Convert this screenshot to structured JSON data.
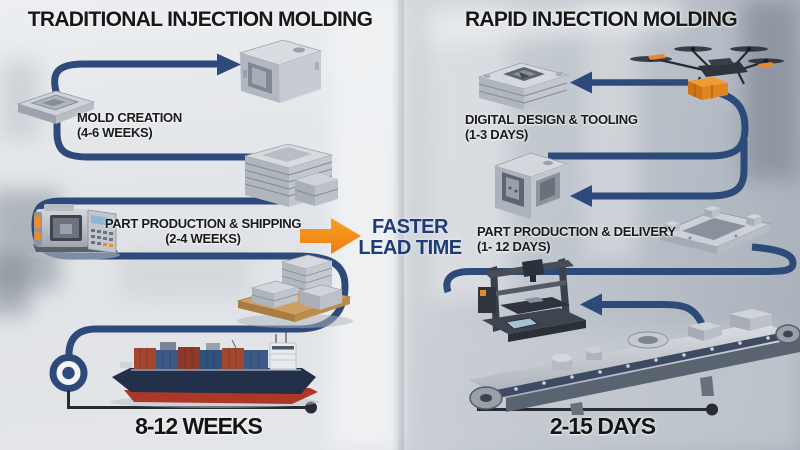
{
  "left": {
    "title": "TRADITIONAL INJECTION MOLDING",
    "steps": [
      {
        "label": "MOLD CREATION",
        "duration": "(4-6 WEEKS)"
      },
      {
        "label": "PART PRODUCTION & SHIPPING",
        "duration": "(2-4 WEEKS)"
      }
    ],
    "total": "8-12 WEEKS"
  },
  "right": {
    "title": "RAPID INJECTION MOLDING",
    "steps": [
      {
        "label": "DIGITAL DESIGN & TOOLING",
        "duration": "(1-3 DAYS)"
      },
      {
        "label": "PART PRODUCTION & DELIVERY",
        "duration": "(1- 12 DAYS)"
      }
    ],
    "total": "2-15 DAYS"
  },
  "center": {
    "highlight_line1": "FASTER",
    "highlight_line2": "LEAD TIME"
  },
  "illustrations": [
    "mold-plate",
    "mold-block",
    "mold-plate-stack",
    "injection-molding-machine",
    "pallet-with-parts",
    "cargo-ship",
    "delivery-drone",
    "tooling-stack",
    "open-mold",
    "machined-fixture",
    "3d-printer",
    "conveyor-belt"
  ],
  "colors": {
    "flow_line": "#2e4a7a",
    "accent_orange": "#f2891a",
    "highlight_text": "#1d3b78",
    "title_text": "#181818",
    "timeline": "#262b34"
  }
}
